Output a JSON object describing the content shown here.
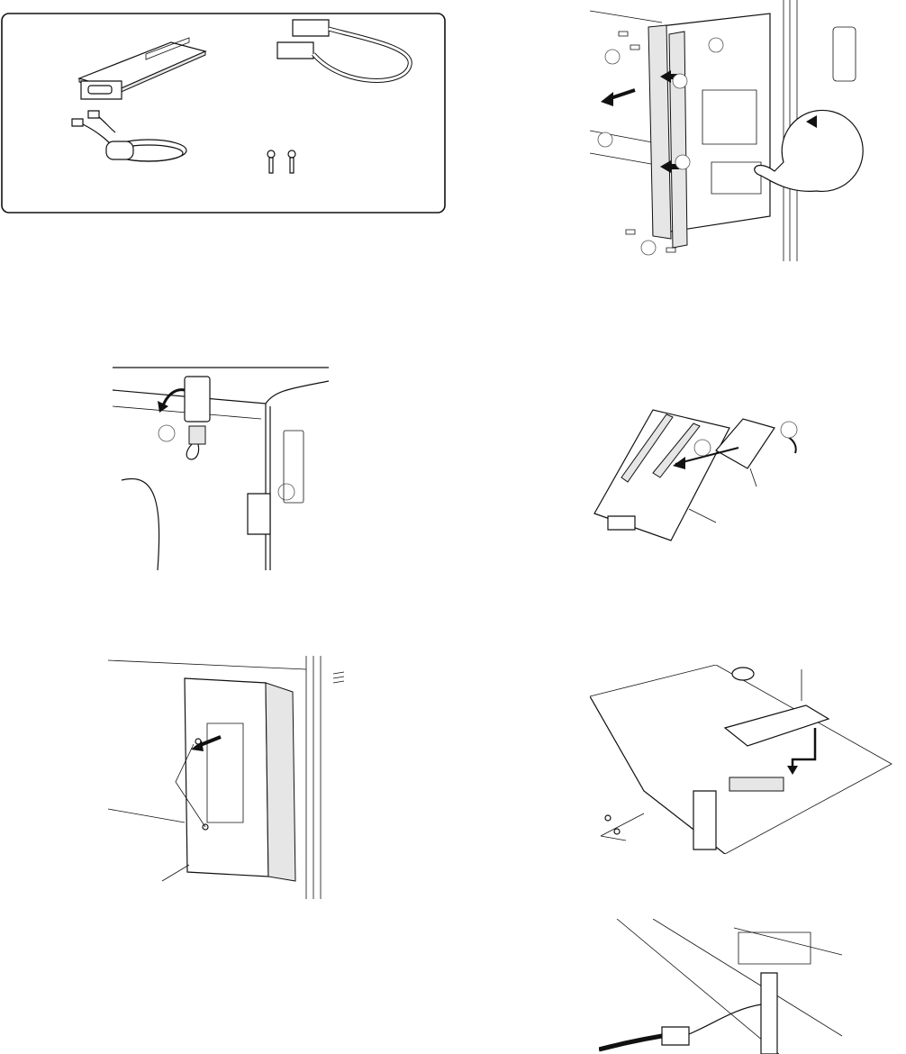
{
  "page": {
    "background": "#ffffff",
    "line_color": "#111111"
  },
  "figures": [
    {
      "id": "parts-list",
      "items": [
        "interface-board",
        "parallel-cable",
        "ferrite-core-cable",
        "screws"
      ]
    },
    {
      "id": "remove-controller-box"
    },
    {
      "id": "open-side-cover"
    },
    {
      "id": "install-memory-module"
    },
    {
      "id": "remove-rear-cover"
    },
    {
      "id": "install-interface-board"
    },
    {
      "id": "connect-cable"
    }
  ]
}
